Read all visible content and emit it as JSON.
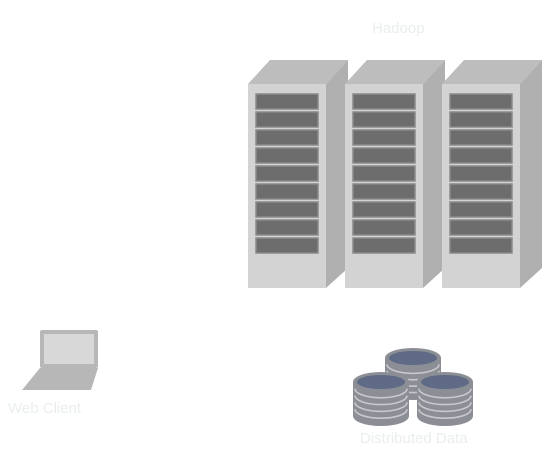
{
  "labels": {
    "cluster": "Hadoop",
    "client": "Web Client",
    "storage": "Distributed Data"
  },
  "colors": {
    "label_text": "#e9eeee",
    "rack_front": "#d3d3d3",
    "rack_side": "#b0b0b0",
    "rack_top": "#bdbdbd",
    "drive_bay": "#6d6d6d",
    "drive_border": "#8a8a8a",
    "laptop_body": "#b7b7b7",
    "laptop_screen": "#d8d8d8",
    "disk_top": "#5e6a86",
    "disk_body": "#8b8e94"
  },
  "icons": {
    "cluster": "server-rack-icon",
    "client": "laptop-icon",
    "storage": "database-stack-icon"
  },
  "cluster": {
    "rack_count": 3,
    "drive_bays_per_rack": 9
  }
}
